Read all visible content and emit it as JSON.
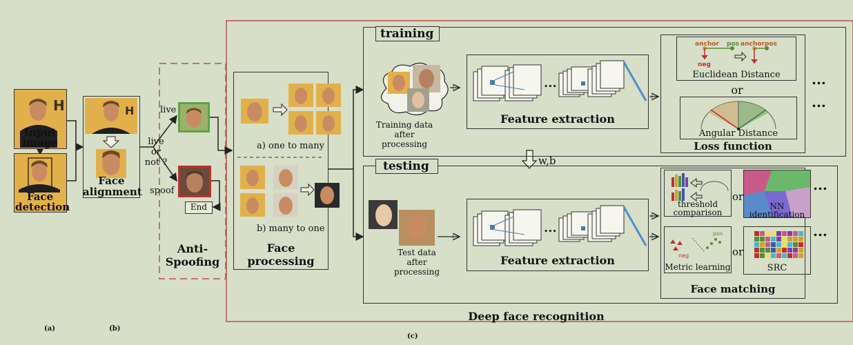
{
  "labels": {
    "input_image": "Input image",
    "face_detection": "Face detection",
    "face_alignment": "Face alignment",
    "live": "live",
    "live_or_not": [
      "live",
      "or",
      "not ?"
    ],
    "spoof": "spoof",
    "end": "End",
    "anti_spoofing": [
      "Anti-",
      "Spoofing"
    ],
    "one_to_many": "a) one to many",
    "many_to_one": "b) many to one",
    "face_processing": [
      "Face",
      "processing"
    ],
    "training": "training",
    "testing": "testing",
    "training_data": [
      "Training data",
      "after",
      "processing"
    ],
    "test_data": [
      "Test data",
      "after",
      "processing"
    ],
    "feature_extraction_train": "Feature extraction",
    "feature_extraction_test": "Feature extraction",
    "anchor": "anchor",
    "pos": "pos",
    "anchor_pos": "anchorpos",
    "neg": "neg",
    "euclidean": "Euclidean Distance",
    "or": "or",
    "angular": "Angular Distance",
    "loss_function": "Loss function",
    "wb": "w,b",
    "threshold": [
      "threshold",
      "comparison"
    ],
    "nn": [
      "NN",
      "identification"
    ],
    "metric_learning": "Metric learning",
    "src": "SRC",
    "face_matching": "Face matching",
    "dots": "...",
    "deep_face_recognition": "Deep face recognition",
    "cap_a": "(a)",
    "cap_b": "(b)",
    "cap_c": "(c)"
  },
  "colors": {
    "background": "#d7dfc9",
    "outer_red": "#b5524a",
    "live_green": "#5ba24a",
    "spoof_red": "#c0302b",
    "face_bg": "#e4b24a",
    "skin": "#c98c62"
  }
}
